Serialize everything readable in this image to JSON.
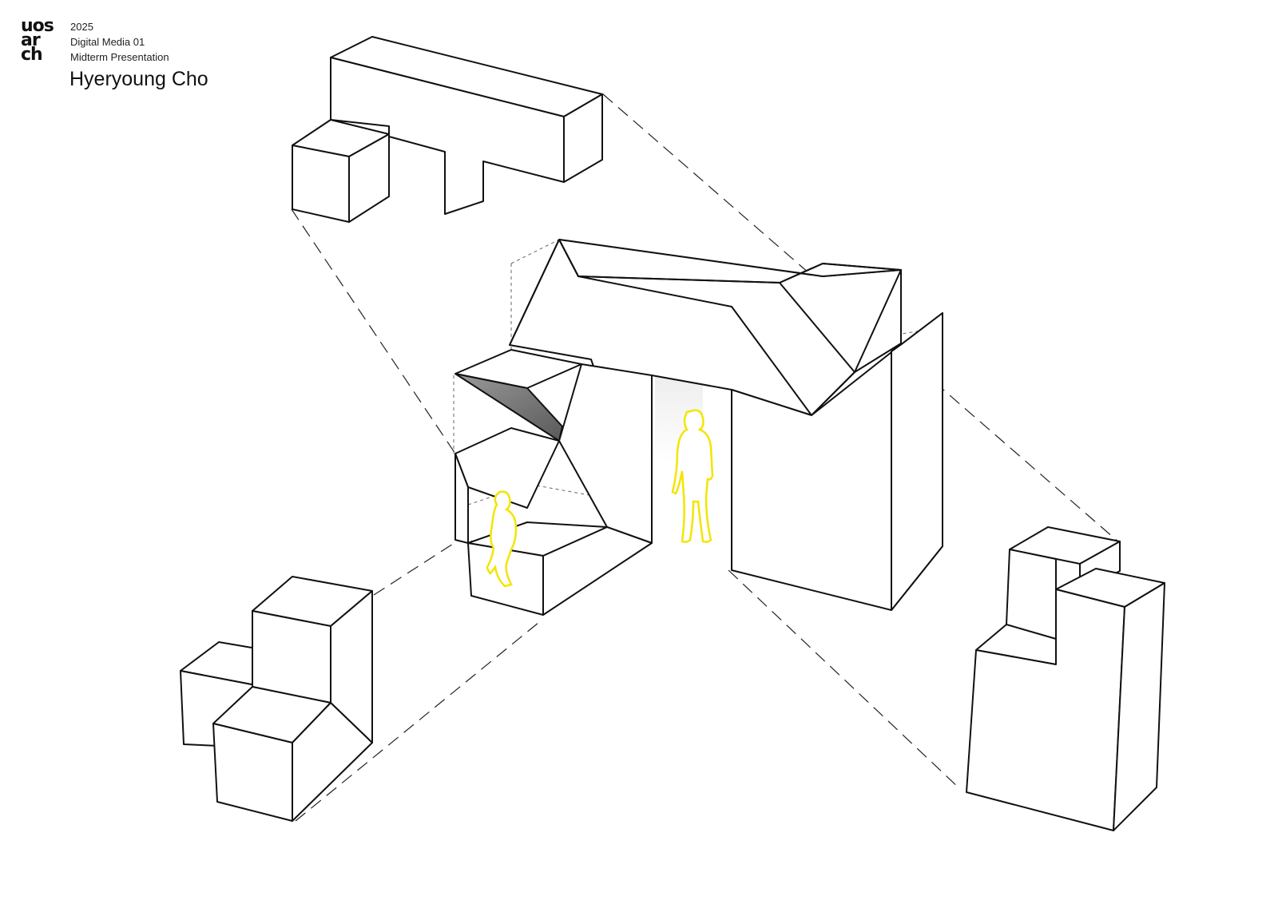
{
  "header": {
    "logo": [
      "uos",
      "ar",
      "ch"
    ],
    "year": "2025",
    "course": "Digital Media 01",
    "event": "Midterm Presentation",
    "author": "Hyeryoung Cho"
  },
  "colors": {
    "person_outline": "#f3e500",
    "line": "#111111",
    "background": "#ffffff"
  }
}
